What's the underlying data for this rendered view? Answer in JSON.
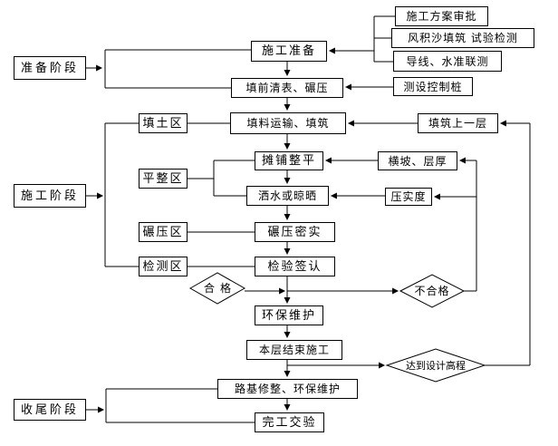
{
  "diagram_type": "flowchart",
  "colors": {
    "background": "#ffffff",
    "line": "#000000",
    "box_border": "#000000",
    "text": "#000000"
  },
  "stages": {
    "prep_stage": "准备阶段",
    "construction_stage": "施工阶段",
    "closeout_stage": "收尾阶段"
  },
  "nodes": {
    "construction_prep": "施工准备",
    "plan_approval": "施工方案审批",
    "sand_fill_test": "风积沙填筑 试验检测",
    "traverse_level_survey": "导线、水准联测",
    "control_stakes": "测设控制桩",
    "pre_fill_clearing": "填前清表、碾压",
    "fill_zone": "填土区",
    "material_transport_filling": "填料运输、填筑",
    "fill_next_layer": "填筑上一层",
    "leveling_zone": "平整区",
    "spreading_leveling": "摊铺整平",
    "cross_slope_thickness": "横坡、层厚",
    "watering_or_drying": "洒水或晾晒",
    "compaction_degree": "压实度",
    "rolling_zone": "碾压区",
    "rolling_compaction": "碾压密实",
    "testing_zone": "检测区",
    "inspection_signoff": "检验签认",
    "env_maintenance": "环保维护",
    "layer_construction_end": "本层结束施工",
    "subgrade_trim_env": "路基修整、环保维护",
    "completion_handover": "完工交验"
  },
  "decisions": {
    "qualified": "合格",
    "unqualified": "不合格",
    "design_elevation_reached": "达到设计高程"
  }
}
